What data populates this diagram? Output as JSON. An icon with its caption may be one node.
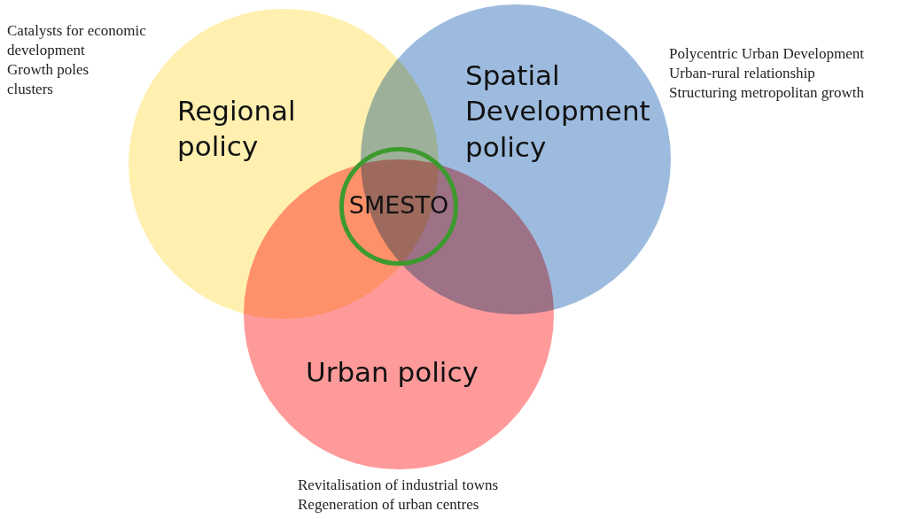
{
  "diagram": {
    "nodes": [
      {
        "text": [
          "Regional policy"
        ],
        "beside": [
          "Catalysts for economic development",
          "Growth poles",
          "clusters"
        ]
      },
      {
        "text": [
          "Spatial Development policy"
        ],
        "beside": [
          "Polycentric Urban Development",
          "Urban-rural relationship",
          "Structuring metropolitan growth"
        ]
      },
      {
        "text": [
          "Urban policy"
        ],
        "beside": [
          "Revitalisation of industrial towns",
          "Regeneration of urban centres"
        ]
      },
      {
        "text": [
          "SMESTO"
        ]
      }
    ]
  }
}
